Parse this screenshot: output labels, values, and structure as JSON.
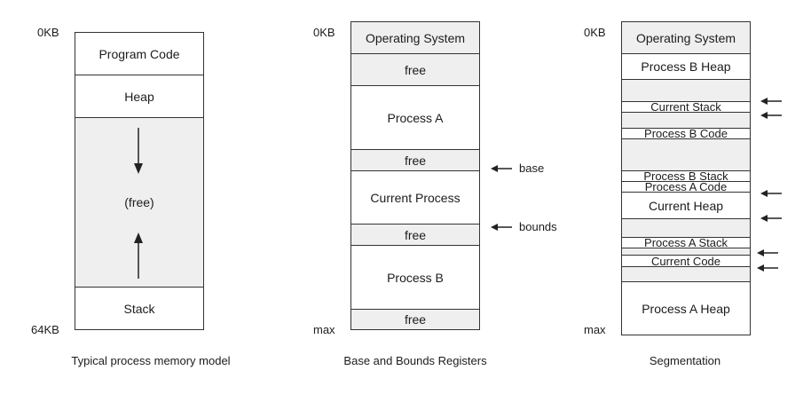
{
  "diagrams": [
    {
      "caption": "Typical process memory model",
      "top_label": "0KB",
      "bottom_label": "64KB",
      "segments": [
        {
          "label": "Program Code",
          "fill": "white"
        },
        {
          "label": "Heap",
          "fill": "white"
        },
        {
          "label": "(free)",
          "fill": "gray"
        },
        {
          "label": "Stack",
          "fill": "white"
        }
      ],
      "growth_arrows": [
        "heap-grows-down",
        "stack-grows-up"
      ]
    },
    {
      "caption": "Base and Bounds Registers",
      "top_label": "0KB",
      "bottom_label": "max",
      "segments": [
        {
          "label": "Operating System",
          "fill": "gray"
        },
        {
          "label": "free",
          "fill": "gray"
        },
        {
          "label": "Process A",
          "fill": "white"
        },
        {
          "label": "free",
          "fill": "gray"
        },
        {
          "label": "Current Process",
          "fill": "white"
        },
        {
          "label": "free",
          "fill": "gray"
        },
        {
          "label": "Process B",
          "fill": "white"
        },
        {
          "label": "free",
          "fill": "gray"
        }
      ],
      "pointers": [
        {
          "label": "base",
          "target": "Current Process start"
        },
        {
          "label": "bounds",
          "target": "Current Process end"
        }
      ]
    },
    {
      "caption": "Segmentation",
      "top_label": "0KB",
      "bottom_label": "max",
      "segments": [
        {
          "label": "Operating System",
          "fill": "gray"
        },
        {
          "label": "Process B Heap",
          "fill": "white"
        },
        {
          "label": "Current Stack",
          "fill": "white"
        },
        {
          "label": "Process B Code",
          "fill": "white"
        },
        {
          "label": "Process B Stack",
          "fill": "white"
        },
        {
          "label": "Process A Code",
          "fill": "white"
        },
        {
          "label": "Current Heap",
          "fill": "white"
        },
        {
          "label": "Process A Stack",
          "fill": "white"
        },
        {
          "label": "Current Code",
          "fill": "white"
        },
        {
          "label": "Process A Heap",
          "fill": "white"
        }
      ],
      "pointers_count": 6
    }
  ],
  "colors": {
    "free_fill": "#efefef",
    "line": "#333333"
  }
}
